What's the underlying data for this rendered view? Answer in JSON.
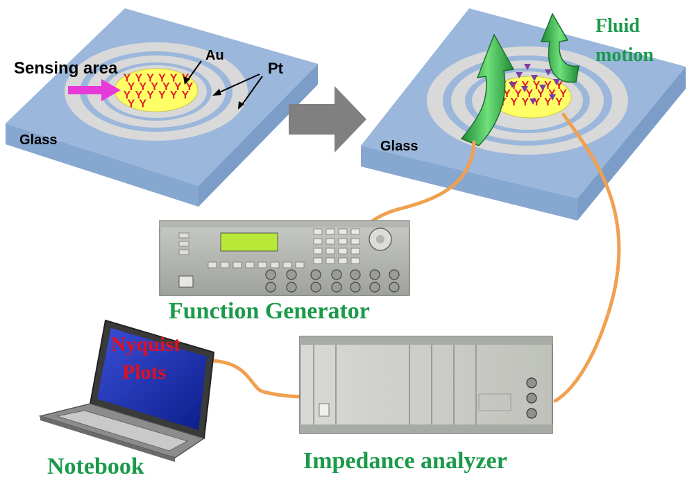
{
  "chip_left": {
    "sensing_label": "Sensing area",
    "au_label": "Au",
    "pt_label": "Pt",
    "substrate_label": "Glass"
  },
  "chip_right": {
    "substrate_label": "Glass",
    "fluid_label_line1": "Fluid",
    "fluid_label_line2": "motion"
  },
  "devices": {
    "function_generator": "Function Generator",
    "notebook": "Notebook",
    "impedance_analyzer": "Impedance analyzer",
    "screen_text_line1": "Nyquist",
    "screen_text_line2": "Plots"
  },
  "colors": {
    "glass_top": "#9bb7db",
    "glass_side": "#7b9dc8",
    "electrode_ring": "#d9d9d9",
    "gold_pad": "#ffff66",
    "antibody": "#e0202a",
    "analyte": "#7a3fa0",
    "arrow_magenta": "#e83ad8",
    "flow_arrow": "#2db34a",
    "cable": "#f0a050",
    "label_green": "#1a9a4a",
    "label_red": "#e01020"
  }
}
